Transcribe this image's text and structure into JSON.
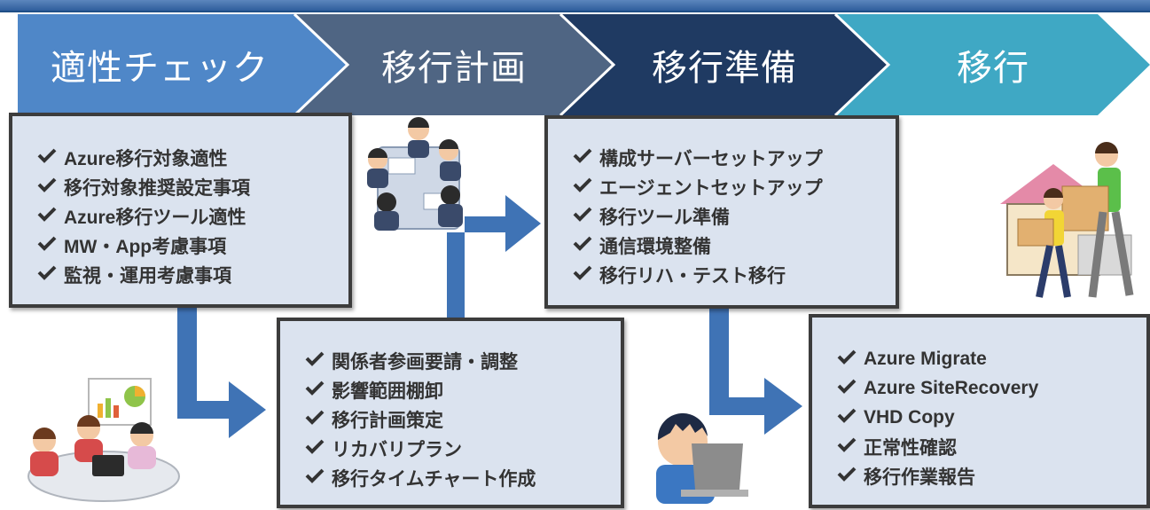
{
  "steps": [
    {
      "label": "適性チェック",
      "color": "#4f87c8"
    },
    {
      "label": "移行計画",
      "color": "#4f6583"
    },
    {
      "label": "移行準備",
      "color": "#1f3a62"
    },
    {
      "label": "移行",
      "color": "#3fa8c4"
    }
  ],
  "boxes": {
    "suitability": [
      "Azure移行対象適性",
      "移行対象推奨設定事項",
      "Azure移行ツール適性",
      "MW・App考慮事項",
      "監視・運用考慮事項"
    ],
    "planning": [
      "関係者参画要請・調整",
      "影響範囲棚卸",
      "移行計画策定",
      "リカバリプラン",
      "移行タイムチャート作成"
    ],
    "preparation": [
      "構成サーバーセットアップ",
      "エージェントセットアップ",
      "移行ツール準備",
      "通信環境整備",
      "移行リハ・テスト移行"
    ],
    "migration": [
      "Azure Migrate",
      "Azure SiteRecovery",
      "VHD Copy",
      "正常性確認",
      "移行作業報告"
    ]
  },
  "colors": {
    "arrow": "#3f73b5",
    "box_fill": "#dbe3ef",
    "box_border": "#3c3c3c",
    "check": "#333333"
  }
}
